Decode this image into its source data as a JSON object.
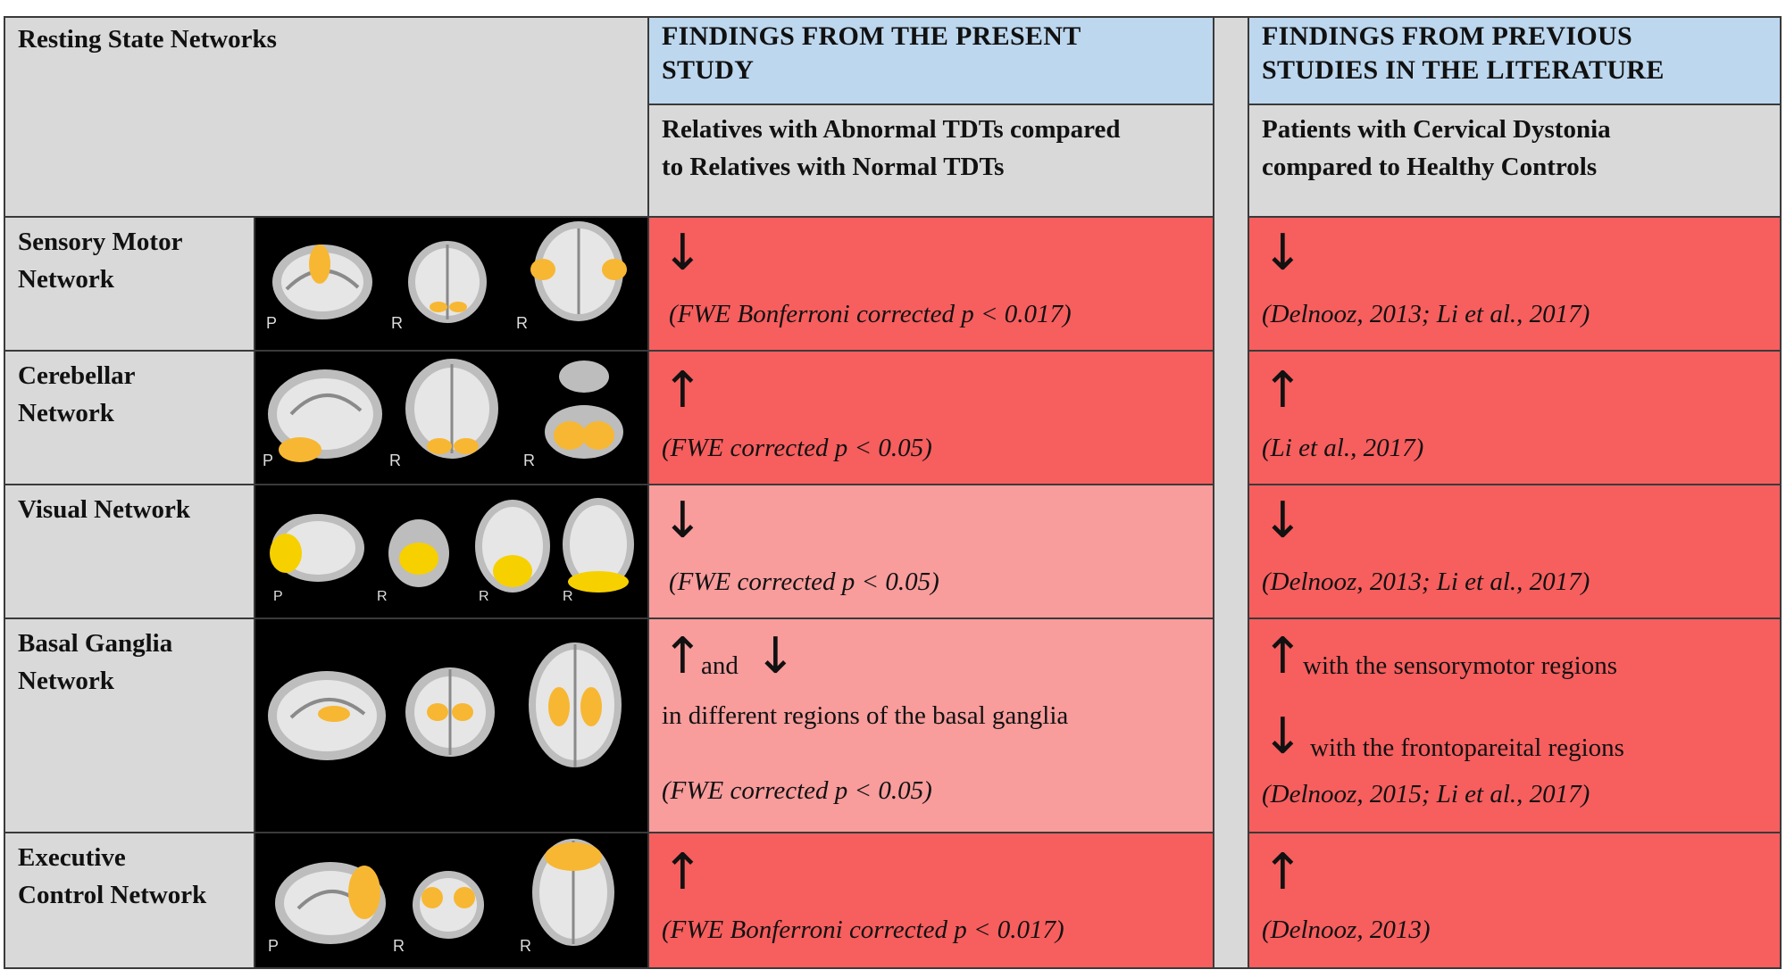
{
  "header": {
    "networks_label": "Resting State Networks",
    "present_study_title": "FINDINGS FROM THE PRESENT STUDY",
    "present_study_title_l1": "FINDINGS FROM THE PRESENT",
    "present_study_title_l2": "STUDY",
    "literature_title_l1": "FINDINGS FROM PREVIOUS",
    "literature_title_l2": "STUDIES IN THE LITERATURE",
    "present_comparison_l1": "Relatives with Abnormal TDTs compared",
    "present_comparison_l2": "to Relatives with Normal TDTs",
    "literature_comparison_l1": "Patients with Cervical Dystonia",
    "literature_comparison_l2": "compared to Healthy Controls"
  },
  "symbols": {
    "up": "↑",
    "down": "↓"
  },
  "rows": [
    {
      "name_l1": "Sensory Motor",
      "name_l2": "Network",
      "present_note": "(FWE Bonferroni corrected p < 0.017)",
      "literature_note": "(Delnooz, 2013;  Li et al., 2017)",
      "slice_labels": [
        "P",
        "R",
        "R"
      ]
    },
    {
      "name_l1": "Cerebellar",
      "name_l2": "Network",
      "present_note": "(FWE corrected p < 0.05)",
      "literature_note": "(Li et al., 2017)",
      "slice_labels": [
        "P",
        "R",
        "R"
      ]
    },
    {
      "name_l1": "Visual Network",
      "name_l2": "",
      "present_note": "(FWE corrected p < 0.05)",
      "literature_note": "(Delnooz, 2013;  Li et al., 2017)",
      "slice_labels": [
        "P",
        "R",
        "R",
        "R"
      ]
    },
    {
      "name_l1": "Basal Ganglia",
      "name_l2": "Network",
      "present_and": "and",
      "present_text": "in different regions of the basal ganglia",
      "present_note": "(FWE corrected p < 0.05)",
      "literature_up_text": "with the sensorymotor regions",
      "literature_down_text": "with the frontopareital regions",
      "literature_note": "(Delnooz, 2015;  Li et al., 2017)",
      "slice_labels": []
    },
    {
      "name_l1": "Executive",
      "name_l2": "Control Network",
      "present_note": "(FWE Bonferroni corrected p < 0.017)",
      "literature_note": "(Delnooz, 2013)",
      "slice_labels": [
        "P",
        "R",
        "R"
      ]
    }
  ],
  "colors": {
    "header_gray": "#d9d9d9",
    "header_blue": "#bdd7ee",
    "finding_red": "#f75e5e",
    "finding_pink": "#f89c9c",
    "image_background": "#000000",
    "activation": "#ffb000"
  }
}
